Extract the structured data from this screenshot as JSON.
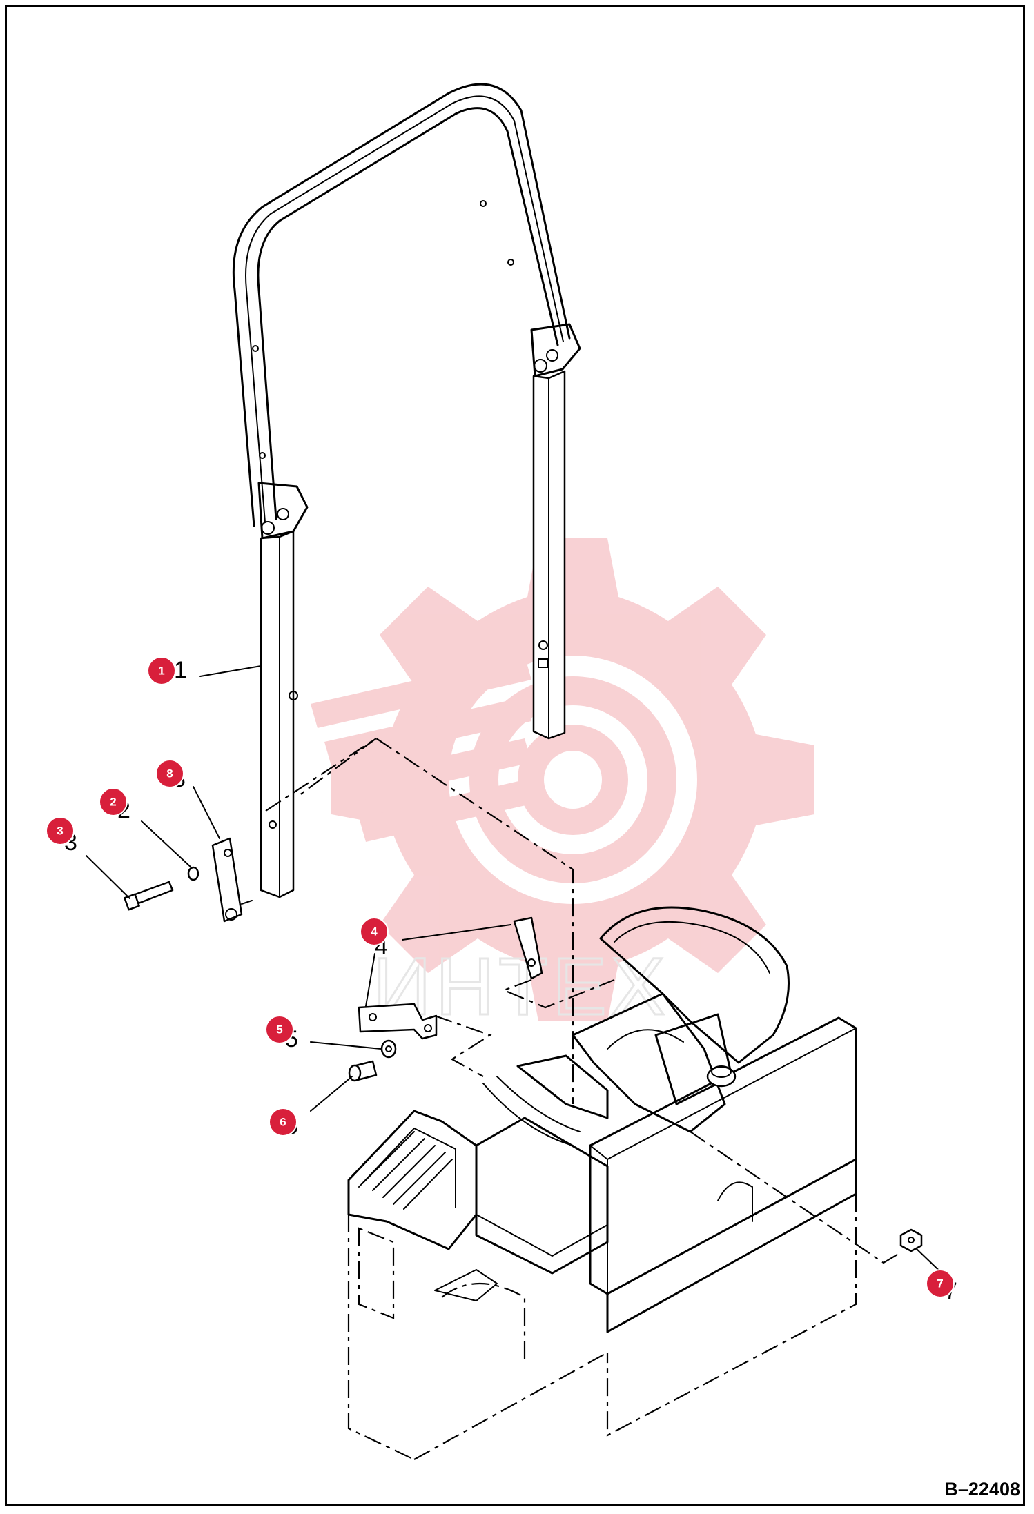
{
  "drawing_id": "B–22408",
  "watermark_text": "ИНТЕХ",
  "callouts": [
    {
      "number": "1",
      "marker": "1",
      "part": "roll-over-frame"
    },
    {
      "number": "2",
      "marker": "2",
      "part": "lock-washer"
    },
    {
      "number": "3",
      "marker": "3",
      "part": "bolt"
    },
    {
      "number": "4",
      "marker": "4",
      "part": "mount-bracket"
    },
    {
      "number": "5",
      "marker": "5",
      "part": "washer"
    },
    {
      "number": "6",
      "marker": "6",
      "part": "bolt"
    },
    {
      "number": "7",
      "marker": "7",
      "part": "nut"
    },
    {
      "number": "8",
      "marker": "8",
      "part": "plate"
    }
  ],
  "colors": {
    "marker": "#d81f3b",
    "watermark": "#f7c9cc",
    "line": "#000000"
  }
}
